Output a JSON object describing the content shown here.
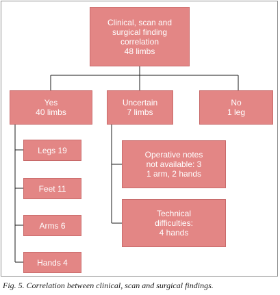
{
  "nodes": {
    "root": "Clinical, scan and\nsurgical finding\ncorrelation\n48 limbs",
    "yes": "Yes\n40 limbs",
    "uncertain": "Uncertain\n7 limbs",
    "no": "No\n1 leg",
    "legs": "Legs 19",
    "feet": "Feet 11",
    "arms": "Arms 6",
    "hands": "Hands 4",
    "operative": "Operative notes\nnot available: 3\n1 arm, 2 hands",
    "technical": "Technical\ndifficulties:\n4 hands"
  },
  "caption": "Fig. 5. Correlation between clinical, scan and surgical findings.",
  "colors": {
    "box_fill": "#e38685",
    "box_text": "#ffffff",
    "connector": "#1a1a1a"
  }
}
